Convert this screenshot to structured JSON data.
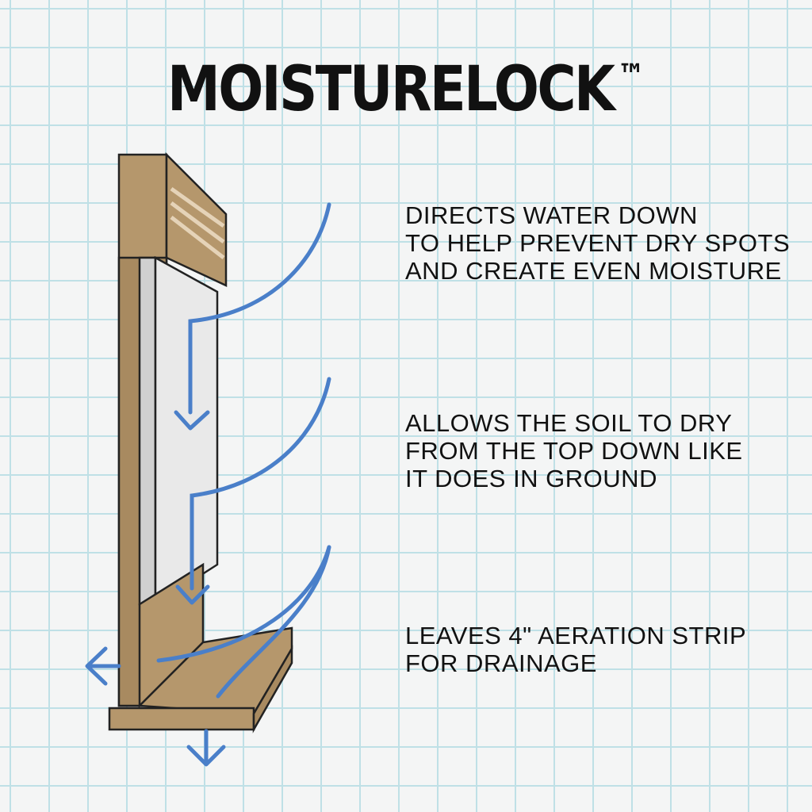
{
  "title": {
    "text": "MOISTURELOCK",
    "mark": "™"
  },
  "callouts": [
    {
      "lines": [
        "DIRECTS WATER DOWN",
        "TO HELP PREVENT DRY SPOTS",
        "AND CREATE EVEN MOISTURE"
      ]
    },
    {
      "lines": [
        "ALLOWS THE SOIL TO DRY",
        "FROM THE TOP DOWN LIKE",
        "IT DOES IN GROUND"
      ]
    },
    {
      "lines": [
        "LEAVES 4\" AERATION STRIP",
        "FOR DRAINAGE"
      ]
    }
  ],
  "colors": {
    "wood": "#b5976c",
    "wood_stripe": "#e5d3b8",
    "liner": "#e9e9e9",
    "liner_edge": "#d0d0d0",
    "arrow": "#4a7fc9",
    "outline": "#222222"
  }
}
